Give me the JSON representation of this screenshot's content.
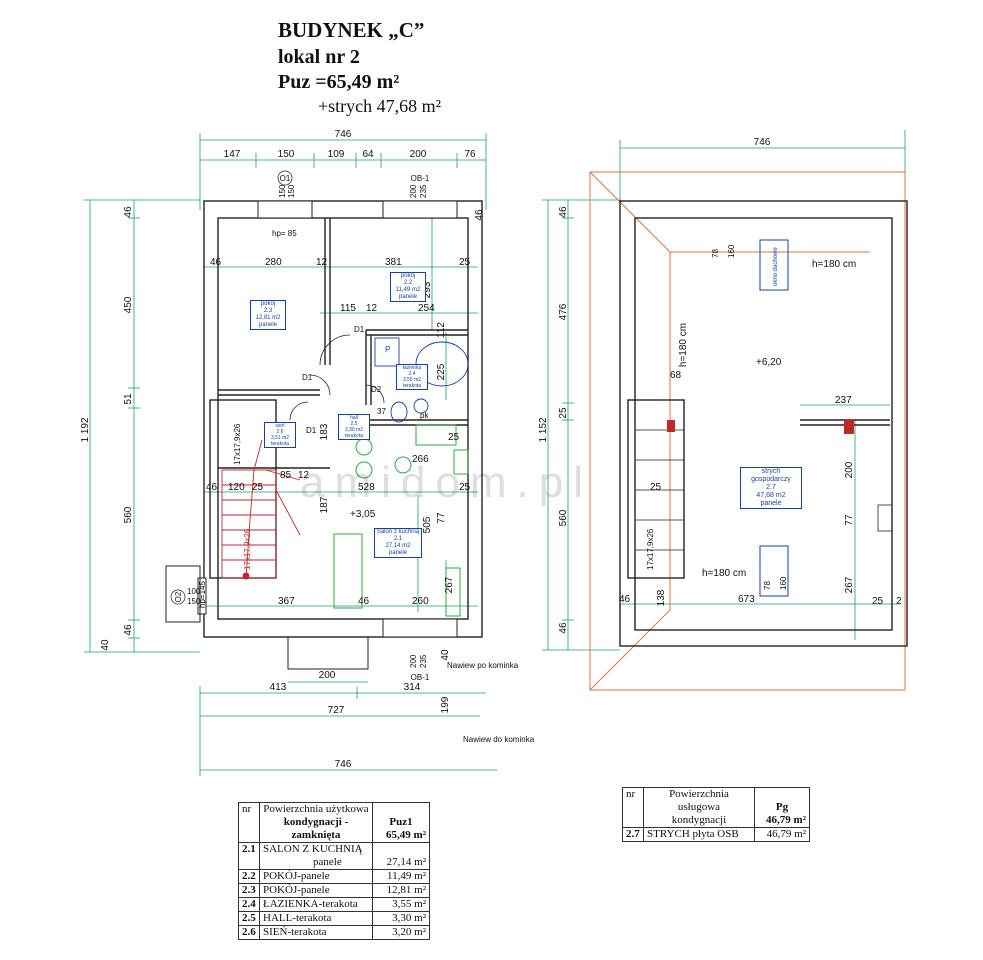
{
  "title": {
    "building": "BUDYNEK „C”",
    "unit": "lokal  nr 2",
    "puz": "Puz =65,49 m²",
    "attic": "+strych 47,68 m²"
  },
  "watermark": "amidom.pl",
  "ground_floor": {
    "dim_total_top": "746",
    "dims_top": [
      "147",
      "150",
      "109",
      "64",
      "200",
      "76"
    ],
    "dims_left": [
      "46",
      "450",
      "51",
      "560",
      "46",
      "40"
    ],
    "dim_left_total": "1 192",
    "interior_dims": [
      "46",
      "280",
      "12",
      "381",
      "25",
      "115",
      "12",
      "254",
      "46",
      "120",
      "25",
      "528",
      "25",
      "367",
      "46",
      "260",
      "293",
      "112",
      "225",
      "183",
      "187",
      "505",
      "267",
      "77",
      "266",
      "25",
      "85",
      "12"
    ],
    "dims_bottom": [
      "200",
      "413",
      "314",
      "727",
      "746"
    ],
    "dims_right": [
      "46",
      "199",
      "40"
    ],
    "window_tags": [
      "O1",
      "OB-1",
      "OB-1",
      "O2"
    ],
    "window_dims": [
      "150",
      "150",
      "200",
      "235",
      "200",
      "235",
      "100",
      "150"
    ],
    "door_tags": [
      "D1",
      "D1",
      "D1",
      "D2"
    ],
    "sill_label": "hp= 85",
    "sill_label_2": "hp=145",
    "stair_labels": [
      "17x17,9x26",
      "17x17,9x26"
    ],
    "level": "+3,05",
    "annotation_fireplace": "Nawiew po kominka",
    "annotation_fireplace_2": "Nawiew do kominka",
    "fixture_p": "P",
    "fixture_pk": "pk",
    "fixture_37": "37",
    "rooms": [
      {
        "name": "pokój",
        "num": "2.3",
        "area": "12,81 m2",
        "finish": "panele"
      },
      {
        "name": "pokój",
        "num": "2.2",
        "area": "11,49 m2",
        "finish": "panele"
      },
      {
        "name": "łazienka",
        "num": "2.4",
        "area": "3,55 m2",
        "finish": "terakota"
      },
      {
        "name": "hall",
        "num": "2.5",
        "area": "3,30 m2",
        "finish": "terakota"
      },
      {
        "name": "sień",
        "num": "2.6",
        "area": "3,51 m2",
        "finish": "terakota"
      },
      {
        "name": "Salon z kuchnią",
        "num": "2.1",
        "area": "27,14 m2",
        "finish": "panele"
      }
    ]
  },
  "attic_floor": {
    "dim_total_top": "746",
    "dims_left": [
      "46",
      "476",
      "25",
      "560",
      "46"
    ],
    "dim_left_total": "1 152",
    "interior_dims": [
      "68",
      "237",
      "200",
      "77",
      "267",
      "25",
      "673",
      "46",
      "138",
      "25",
      "2"
    ],
    "height_labels": [
      "h=180 cm",
      "h=180 cm",
      "h=180 cm"
    ],
    "level": "+6,20",
    "skylight_dims": [
      "78",
      "160",
      "78",
      "160"
    ],
    "skylight_tag": "okno dachowe",
    "stair_label": "17x17,9x26",
    "room": {
      "name": "strych gospodarczy",
      "num": "2.7",
      "area": "47,68 m2",
      "finish": "panele"
    }
  },
  "table_left": {
    "h_nr": "nr",
    "h_desc_1": "Powierzchnia użytkowa",
    "h_desc_2": "kondygnacji -zamknięta",
    "h_col": "Puz1",
    "h_total": "65,49 m²",
    "rows": [
      {
        "nr": "2.1",
        "desc": "SALON Z KUCHNIĄ",
        "desc2": "panele",
        "val": "27,14 m²"
      },
      {
        "nr": "2.2",
        "desc": "POKÓJ-panele",
        "val": "11,49 m²"
      },
      {
        "nr": "2.3",
        "desc": "POKÓJ-panele",
        "val": "12,81 m²"
      },
      {
        "nr": "2.4",
        "desc": "ŁAZIENKA-terakota",
        "val": "3,55 m²"
      },
      {
        "nr": "2.5",
        "desc": "HALL-terakota",
        "val": "3,30 m²"
      },
      {
        "nr": "2.6",
        "desc": "SIEŃ-terakota",
        "val": "3,20 m²"
      }
    ]
  },
  "table_right": {
    "h_nr": "nr",
    "h_desc_1": "Powierzchnia usługowa",
    "h_desc_2": "kondygnacji",
    "h_col": "Pg",
    "h_total": "46,79 m²",
    "rows": [
      {
        "nr": "2.7",
        "desc": "STRYCH płyta OSB",
        "val": "46,79 m²"
      }
    ]
  },
  "colors": {
    "dimension": "#1f9d6b",
    "wall": "#222222",
    "label_blue": "#1a3fa8",
    "stairs_red": "#c0272d",
    "roof_orange": "#e0724a",
    "kitchen_green": "#2faa4a"
  }
}
